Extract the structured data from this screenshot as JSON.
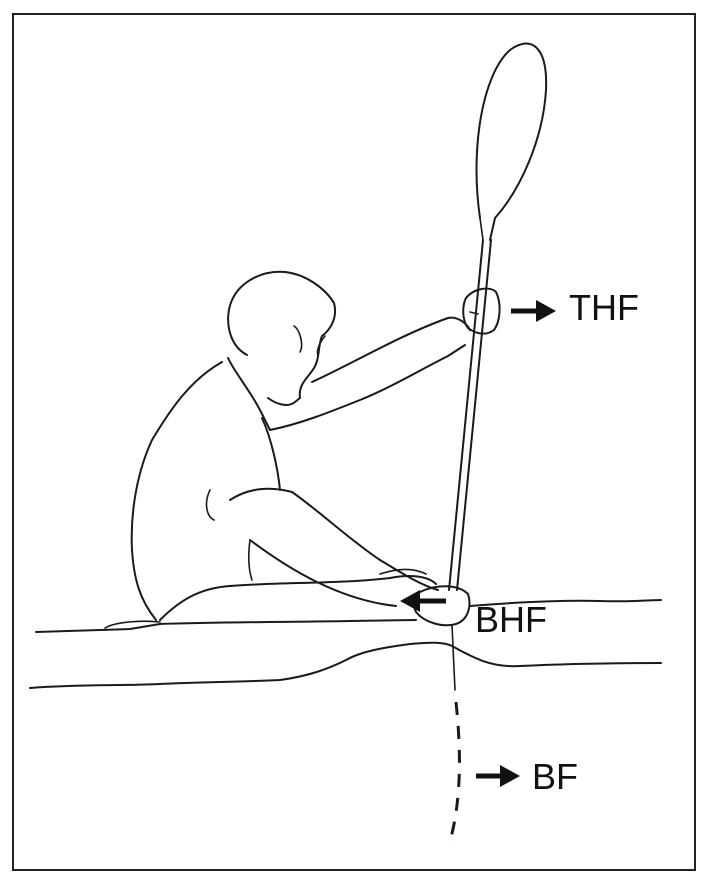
{
  "labels": {
    "top_hand_force": "THF",
    "bottom_hand_force": "BHF",
    "blade_force": "BF"
  },
  "colors": {
    "ink": "#1a1a1a",
    "background": "#ffffff"
  },
  "arrows": {
    "top_hand_force": "right",
    "bottom_hand_force": "left",
    "blade_force": "right"
  }
}
